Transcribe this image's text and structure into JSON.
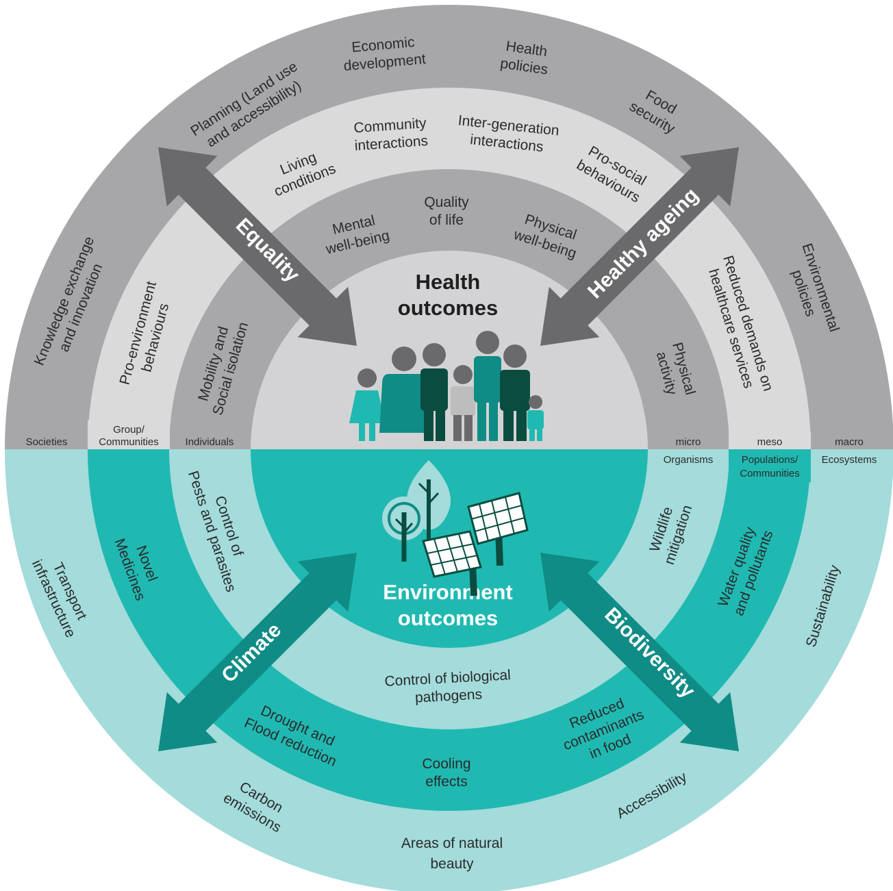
{
  "colors": {
    "outer_grey": "#a7a7a9",
    "light_grey": "#dadadb",
    "mid_grey": "#a8a8aa",
    "center_grey": "#d3d3d5",
    "teal": "#20b9b2",
    "light_teal": "#a4dbdb",
    "dark_arrow_grey": "#6a6a6c",
    "dark_arrow_teal": "#0f8c85"
  },
  "health": {
    "title_line1": "Health",
    "title_line2": "outcomes",
    "arrows": {
      "left": "Equality",
      "right": "Healthy ageing"
    },
    "scale_labels": {
      "societies": "Societies",
      "group_line1": "Group/",
      "group_line2": "Communities",
      "individuals": "Individuals",
      "micro": "micro",
      "meso": "meso",
      "macro": "macro"
    },
    "outer_ring": {
      "planning_l1": "Planning (Land use",
      "planning_l2": "and accessibility)",
      "economic_l1": "Economic",
      "economic_l2": "development",
      "health_policies_l1": "Health",
      "health_policies_l2": "policies",
      "food_l1": "Food",
      "food_l2": "security",
      "knowledge_l1": "Knowledge exchange",
      "knowledge_l2": "and innovation",
      "env_policies_l1": "Environmental",
      "env_policies_l2": "policies"
    },
    "middle_ring": {
      "living_l1": "Living",
      "living_l2": "conditions",
      "community_l1": "Community",
      "community_l2": "interactions",
      "intergen_l1": "Inter-generation",
      "intergen_l2": "interactions",
      "prosocial_l1": "Pro-social",
      "prosocial_l2": "behaviours",
      "proenv_l1": "Pro-environment",
      "proenv_l2": "behaviours",
      "reduced_l1": "Reduced demands on",
      "reduced_l2": "healthcare services"
    },
    "inner_ring": {
      "mental_l1": "Mental",
      "mental_l2": "well-being",
      "quality_l1": "Quality",
      "quality_l2": "of life",
      "physical_wb_l1": "Physical",
      "physical_wb_l2": "well-being",
      "mobility_l1": "Mobility and",
      "mobility_l2": "Social isolation",
      "physical_act_l1": "Physical",
      "physical_act_l2": "activity"
    }
  },
  "environment": {
    "title_line1": "Environment",
    "title_line2": "outcomes",
    "arrows": {
      "left": "Climate",
      "right": "Biodiversity"
    },
    "scale_labels": {
      "organisms": "Organisms",
      "populations_line1": "Populations/",
      "populations_line2": "Communities",
      "ecosystems": "Ecosystems"
    },
    "inner_ring": {
      "pests_l1": "Control of",
      "pests_l2": "Pests and parasites",
      "wildlife_l1": "Wildlife",
      "wildlife_l2": "mitigation",
      "pathogens_l1": "Control of biological",
      "pathogens_l2": "pathogens"
    },
    "middle_ring": {
      "medicines_l1": "Novel",
      "medicines_l2": "Medicines",
      "water_l1": "Water quality",
      "water_l2": "and pollutants",
      "drought_l1": "Drought and",
      "drought_l2": "Flood reduction",
      "cooling_l1": "Cooling",
      "cooling_l2": "effects",
      "contaminants_l1": "Reduced",
      "contaminants_l2": "contaminants",
      "contaminants_l3": "in food"
    },
    "outer_ring": {
      "transport_l1": "Transport",
      "transport_l2": "infrastructure",
      "sustainability": "Sustainability",
      "carbon_l1": "Carbon",
      "carbon_l2": "emissions",
      "natural_l1": "Areas of natural",
      "natural_l2": "beauty",
      "accessibility": "Accessibility"
    }
  }
}
